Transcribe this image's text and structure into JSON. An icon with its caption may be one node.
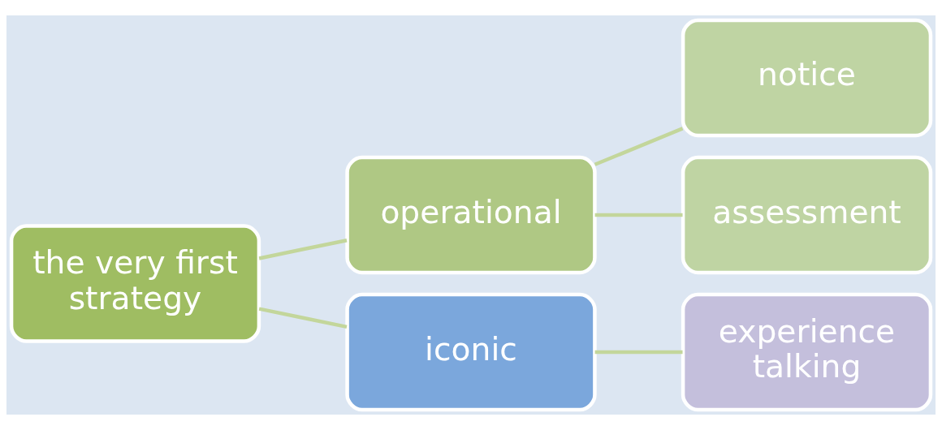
{
  "diagram": {
    "nodes": [
      {
        "text": [
          "the very first strategy"
        ]
      },
      {
        "text": [
          "operational"
        ]
      },
      {
        "text": [
          "notice"
        ]
      },
      {
        "text": [
          "assessment"
        ]
      },
      {
        "text": [
          "iconic"
        ]
      },
      {
        "text": [
          "experience talking"
        ]
      }
    ],
    "edges": [
      {
        "from": 0,
        "to": 1,
        "arrow": "none"
      },
      {
        "from": 0,
        "to": 4,
        "arrow": "none"
      },
      {
        "from": 1,
        "to": 2,
        "arrow": "none"
      },
      {
        "from": 1,
        "to": 3,
        "arrow": "none"
      },
      {
        "from": 4,
        "to": 5,
        "arrow": "none"
      }
    ]
  }
}
